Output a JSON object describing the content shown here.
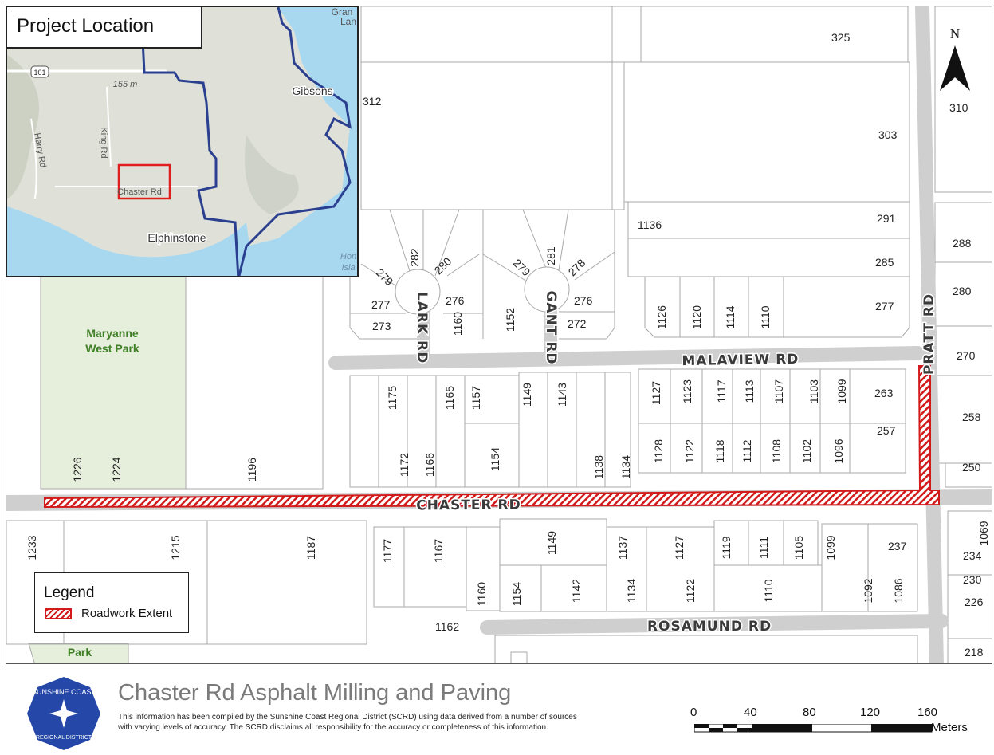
{
  "inset": {
    "title": "Project Location",
    "labels": {
      "gibsons": "Gibsons",
      "elphinstone": "Elphinstone",
      "chaster": "Chaster Rd",
      "king": "King Rd",
      "harry": "Harry Rd",
      "elev": "155 m",
      "shield": "101",
      "granth_a": "Gran",
      "granth_b": "Lan",
      "hon_a": "Hon",
      "hon_b": "Isla"
    }
  },
  "roads": {
    "chaster": "CHASTER RD",
    "malaview": "MALAVIEW RD",
    "rosamund": "ROSAMUND RD",
    "pratt": "PRATT RD",
    "lark": "LARK RD",
    "gant": "GANT RD"
  },
  "park": {
    "name_line1": "Maryanne",
    "name_line2": "West Park",
    "park2": "Park"
  },
  "lots": {
    "l325": "325",
    "l312": "312",
    "l310": "310",
    "l303": "303",
    "l291": "291",
    "l288": "288",
    "l285": "285",
    "l280e": "280",
    "l277e": "277",
    "l270": "270",
    "l1136": "1136",
    "l279a": "279",
    "l282": "282",
    "l280a": "280",
    "l277a": "277",
    "l276a": "276",
    "l273": "273",
    "l1160a": "1160",
    "l279b": "279",
    "l281": "281",
    "l278": "278",
    "l276b": "276",
    "l272": "272",
    "l1152": "1152",
    "l1126": "1126",
    "l1120": "1120",
    "l1114": "1114",
    "l1110a": "1110",
    "l1175": "1175",
    "l1165": "1165",
    "l1157": "1157",
    "l1149a": "1149",
    "l1143": "1143",
    "l1127a": "1127",
    "l1123": "1123",
    "l1117": "1117",
    "l1113": "1113",
    "l1107": "1107",
    "l1103": "1103",
    "l1099a": "1099",
    "l263": "263",
    "l257": "257",
    "l258": "258",
    "l1172": "1172",
    "l1166": "1166",
    "l1154a": "1154",
    "l1138": "1138",
    "l1134a": "1134",
    "l1128": "1128",
    "l1122a": "1122",
    "l1118": "1118",
    "l1112": "1112",
    "l1108": "1108",
    "l1102": "1102",
    "l1096": "1096",
    "l250": "250",
    "l1226": "1226",
    "l1224": "1224",
    "l1196": "1196",
    "l1233": "1233",
    "l1215": "1215",
    "l1187": "1187",
    "l1177": "1177",
    "l1167": "1167",
    "l1149b": "1149",
    "l1137": "1137",
    "l1127b": "1127",
    "l1119": "1119",
    "l1111": "1111",
    "l1105": "1105",
    "l1099b": "1099",
    "l237": "237",
    "l1069": "1069",
    "l234": "234",
    "l230": "230",
    "l226": "226",
    "l1160b": "1160",
    "l1154b": "1154",
    "l1142": "1142",
    "l1134b": "1134",
    "l1122b": "1122",
    "l1110b": "1110",
    "l1092": "1092",
    "l1086": "1086",
    "l1162": "1162",
    "l218": "218"
  },
  "north": "N",
  "legend": {
    "title": "Legend",
    "item": "Roadwork Extent",
    "color": "#d21a1a"
  },
  "footer": {
    "logo_top": "SUNSHINE COAST",
    "logo_bottom": "REGIONAL DISTRICT",
    "title": "Chaster Rd Asphalt Milling and Paving",
    "text_line1": "This information has been compiled by the Sunshine Coast Regional District (SCRD) using data derived from a number of sources",
    "text_line2": "with varying levels of accuracy. The SCRD disclaims all responsibility for the accuracy or completeness of this information."
  },
  "scalebar": {
    "ticks": [
      "0",
      "40",
      "80",
      "120",
      "160"
    ],
    "unit": "Meters"
  }
}
